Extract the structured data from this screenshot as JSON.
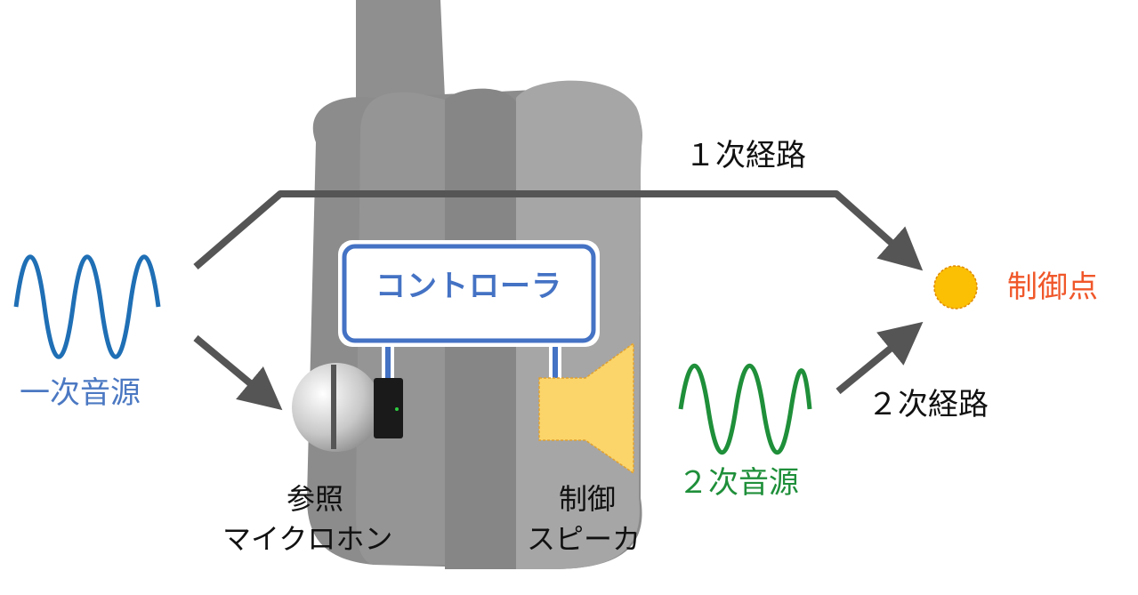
{
  "controller": {
    "label": "コントローラ"
  },
  "primary_path": {
    "label": "１次経路"
  },
  "secondary_path": {
    "label": "２次経路"
  },
  "control_point": {
    "label": "制御点"
  },
  "primary_source": {
    "label": "一次音源"
  },
  "secondary_source": {
    "label": "２次音源"
  },
  "reference_mic": {
    "line1": "参照",
    "line2": "マイクロホン"
  },
  "control_speaker": {
    "line1": "制御",
    "line2": "スピーカ"
  },
  "colors": {
    "blue": "#1f6fb5",
    "blue_text": "#4b78c2",
    "green": "#1f8f3a",
    "orange": "#f0572a",
    "point_fill": "#fbbf04",
    "speaker_fill": "#fbd56a",
    "arrow": "#555555",
    "text": "#111111"
  }
}
